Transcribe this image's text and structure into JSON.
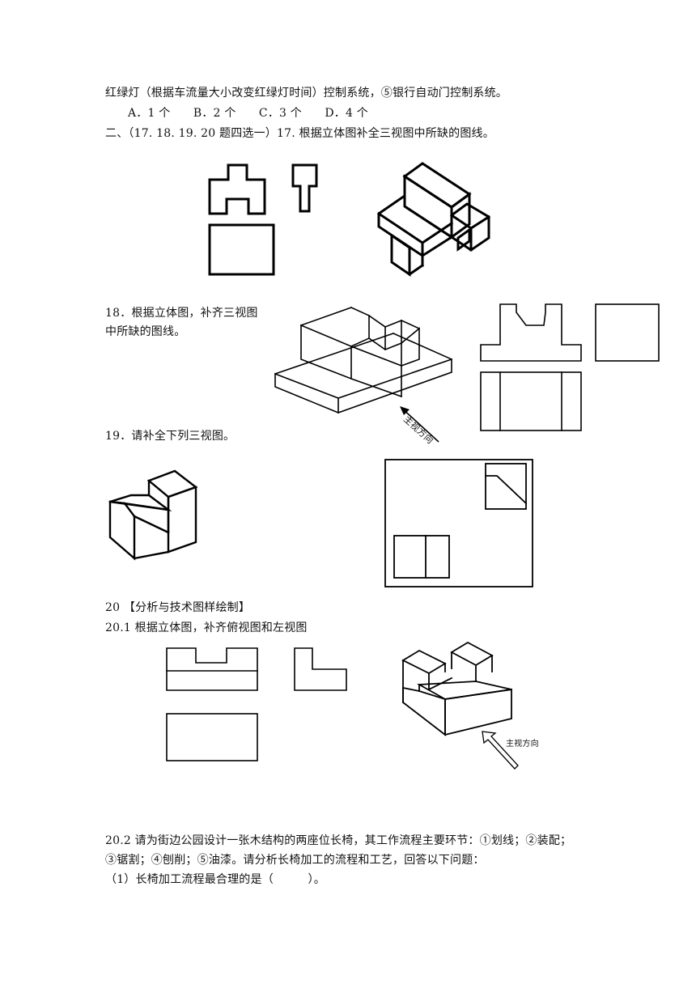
{
  "lines": {
    "l1": "红绿灯（根据车流量大小改变红绿灯时间）控制系统，⑤银行自动门控制系统。",
    "l2": "A．1 个　　B．2 个　　C．3 个　　D．4 个",
    "l3": "二、（17. 18. 19. 20 题四选一）17. 根据立体图补全三视图中所缺的图线。",
    "q18a": "18．根据立体图，补齐三视图",
    "q18b": "中所缺的图线。",
    "q19": "19．请补全下列三视图。",
    "q20": "20 【分析与技术图样绘制】",
    "q20_1": "20.1 根据立体图，补齐俯视图和左视图",
    "q20_2a": "20.2 请为街边公园设计一张木结构的两座位长椅，其工作流程主要环节：①划线；②装配；",
    "q20_2b": "③锯割；④刨削；⑤油漆。请分析长椅加工的流程和工艺，回答以下问题：",
    "q20_2c": "（1）长椅加工流程最合理的是（　　　）。"
  },
  "figure_labels": {
    "arrow18": "主视方向",
    "arrow20": "主视方向"
  }
}
